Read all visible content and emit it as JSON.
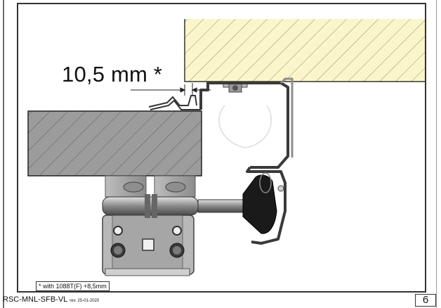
{
  "drawing": {
    "dimension_label": "10,5 mm *",
    "footnote": "* with 1088T(F) +8,5mm",
    "doc_code": "RSC-MNL-SFB-VL",
    "revision": "rev. 25-01-2020",
    "page_number": "6"
  },
  "colors": {
    "frame": "#333333",
    "ceiling_fill": "#fbf6c9",
    "hatch": "#8c8c8c",
    "board_fill": "#9c9c9c",
    "steel_dark": "#3a3a3a",
    "steel_mid": "#8e8e8e",
    "steel_light": "#cfcfcf",
    "rubber": "#1a1a1a"
  }
}
